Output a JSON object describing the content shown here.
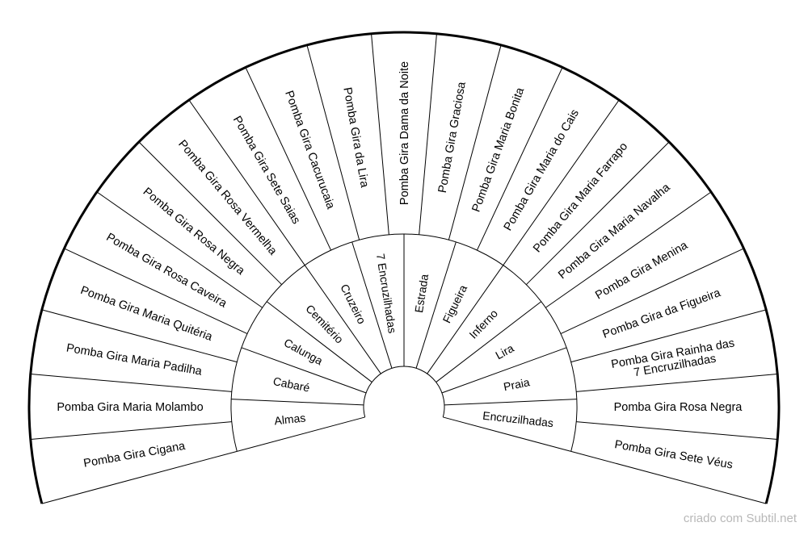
{
  "outer_segments": [
    "Pomba Gira Cigana",
    "Pomba Gira Maria Molambo",
    "Pomba Gira Maria Padilha",
    "Pomba Gira Maria Quitéria",
    "Pomba Gira Rosa Caveira",
    "Pomba Gira Rosa Negra",
    "Pomba Gira Rosa Vermelha",
    "Pomba Gira Sete Saias",
    "Pomba Gira Cacurucaia",
    "Pomba Gira da Lira",
    "Pomba Gira Dama da Noite",
    "Pomba Gira Graciosa",
    "Pomba Gira Maria Bonita",
    "Pomba Gira Maria do Cais",
    "Pomba Gira Maria Farrapo",
    "Pomba Gira Maria Navalha",
    "Pomba Gira Menina",
    "Pomba Gira da Figueira",
    [
      "Pomba Gira Rainha das",
      "7 Encruzilhadas"
    ],
    "Pomba Gira Rosa Negra",
    "Pomba Gira Sete Véus"
  ],
  "inner_segments": [
    "Almas",
    "Cabaré",
    "Calunga",
    "Cemitério",
    "Cruzeiro",
    "7 Encruzilhadas",
    "Estrada",
    "Figueira",
    "Inferno",
    "Lira",
    "Praia",
    "Encruzilhadas"
  ],
  "footer": {
    "credit": "criado com Subtil.net"
  },
  "colors": {
    "stroke": "#000000",
    "fill": "#ffffff",
    "inner_hub_text": "#555555",
    "footer": "#b8b8b8"
  }
}
